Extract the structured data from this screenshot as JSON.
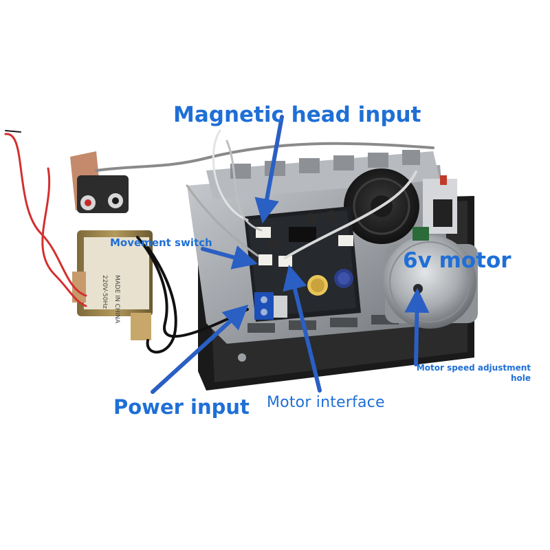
{
  "annotations": {
    "magnetic_head_input": "Magnetic head input",
    "movement_switch": "Movement switch",
    "six_v_motor": "6v motor",
    "motor_speed_adjustment_hole": "Motor speed adjustment hole",
    "power_input": "Power input",
    "motor_interface": "Motor interface"
  },
  "colors": {
    "annotation_text": "#1f6fd6",
    "arrow": "#2a5fc4",
    "background": "#ffffff"
  }
}
